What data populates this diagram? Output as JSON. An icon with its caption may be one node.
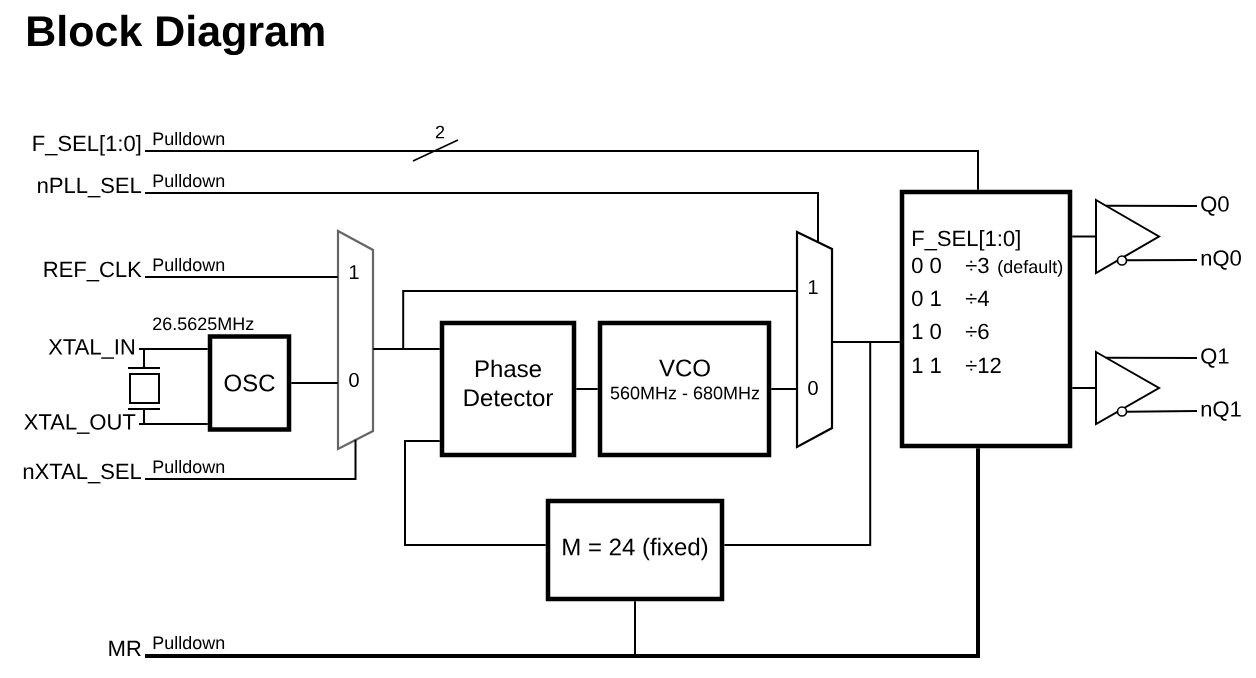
{
  "diagram": {
    "title": "Block Diagram",
    "nodes": [
      {
        "text": [
          "F_SEL[1:0]"
        ],
        "beside": [
          "Pulldown"
        ]
      },
      {
        "text": [
          "nPLL_SEL"
        ],
        "beside": [
          "Pulldown"
        ]
      },
      {
        "text": [
          "REF_CLK"
        ],
        "beside": [
          "Pulldown"
        ]
      },
      {
        "text": [
          "XTAL_IN"
        ]
      },
      {
        "text": [
          "XTAL_OUT"
        ]
      },
      {
        "text": [
          "nXTAL_SEL"
        ],
        "beside": [
          "Pulldown"
        ]
      },
      {
        "text": [
          "MR"
        ],
        "beside": [
          "Pulldown"
        ]
      },
      {
        "text": [],
        "shape": "crystal"
      },
      {
        "text": [
          "OSC"
        ],
        "beside": [
          "26.5625MHz"
        ]
      },
      {
        "text": [
          "1",
          "0"
        ]
      },
      {
        "text": [
          "Phase Detector"
        ]
      },
      {
        "text": [
          "VCO",
          "560MHz - 680MHz"
        ]
      },
      {
        "text": [
          "1",
          "0"
        ]
      },
      {
        "text": [
          "F_SEL[1:0]",
          "0 0",
          "÷3",
          "(default)",
          "0 1",
          "÷4",
          "1 0",
          "÷6",
          "1 1",
          "÷12"
        ]
      },
      {
        "text": [
          "M = 24 (fixed)"
        ]
      },
      {
        "text": [],
        "shape": "triangle"
      },
      {
        "text": [],
        "shape": "triangle"
      },
      {
        "text": [
          "Q0"
        ]
      },
      {
        "text": [
          "nQ0"
        ]
      },
      {
        "text": [
          "Q1"
        ]
      },
      {
        "text": [
          "nQ1"
        ]
      }
    ],
    "edges": [
      {
        "from": 0,
        "to": 13,
        "arrow": "none",
        "label": "2"
      },
      {
        "from": 1,
        "to": 12,
        "arrow": "none"
      },
      {
        "from": 2,
        "to": 9,
        "arrow": "none"
      },
      {
        "from": 3,
        "to": 8,
        "arrow": "none"
      },
      {
        "from": 3,
        "to": 7,
        "arrow": "none"
      },
      {
        "from": 4,
        "to": 8,
        "arrow": "none"
      },
      {
        "from": 4,
        "to": 7,
        "arrow": "none"
      },
      {
        "from": 5,
        "to": 9,
        "arrow": "none"
      },
      {
        "from": 8,
        "to": 9,
        "arrow": "none"
      },
      {
        "from": 9,
        "to": 10,
        "arrow": "none"
      },
      {
        "from": 9,
        "to": 12,
        "arrow": "none"
      },
      {
        "from": 10,
        "to": 11,
        "arrow": "none"
      },
      {
        "from": 11,
        "to": 12,
        "arrow": "none"
      },
      {
        "from": 12,
        "to": 13,
        "arrow": "none"
      },
      {
        "from": 12,
        "to": 14,
        "arrow": "none"
      },
      {
        "from": 14,
        "to": 10,
        "arrow": "none"
      },
      {
        "from": 6,
        "to": 13,
        "arrow": "none",
        "style": "thick"
      },
      {
        "from": 6,
        "to": 14,
        "arrow": "none"
      },
      {
        "from": 13,
        "to": 15,
        "arrow": "none"
      },
      {
        "from": 13,
        "to": 16,
        "arrow": "none"
      },
      {
        "from": 15,
        "to": 17,
        "arrow": "none"
      },
      {
        "from": 15,
        "to": 18,
        "arrow": "none"
      },
      {
        "from": 16,
        "to": 19,
        "arrow": "none"
      },
      {
        "from": 16,
        "to": 20,
        "arrow": "none"
      }
    ]
  }
}
